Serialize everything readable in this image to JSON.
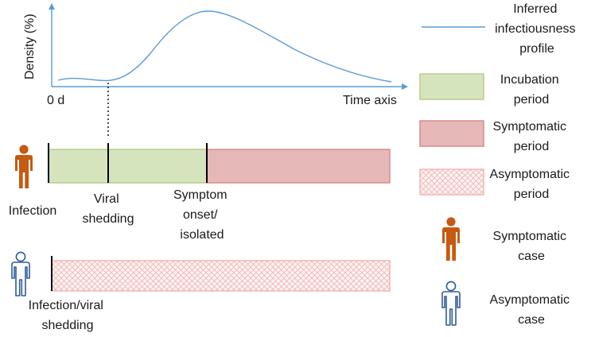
{
  "axes": {
    "ylabel": "Density (%)",
    "origin_label": "0 d",
    "xlabel": "Time axis"
  },
  "timeline_symptomatic": {
    "events": [
      {
        "lines": [
          "Infection"
        ]
      },
      {
        "lines": [
          "Viral",
          "shedding"
        ]
      },
      {
        "lines": [
          "Symptom",
          "onset/",
          "isolated"
        ]
      }
    ]
  },
  "timeline_asymptomatic": {
    "events": [
      {
        "lines": [
          "Infection/viral",
          "shedding"
        ]
      }
    ]
  },
  "legend": [
    {
      "key": "infectiousness",
      "swatch": "line",
      "lines": [
        "Inferred",
        "infectiousness",
        "profile"
      ]
    },
    {
      "key": "incubation",
      "swatch": "green",
      "lines": [
        "Incubation",
        "period"
      ]
    },
    {
      "key": "symptomatic-period",
      "swatch": "red",
      "lines": [
        "Symptomatic",
        "period"
      ]
    },
    {
      "key": "asymptomatic-period",
      "swatch": "hatch",
      "lines": [
        "Asymptomatic",
        "period"
      ]
    },
    {
      "key": "symptomatic-case",
      "swatch": "person-filled",
      "lines": [
        "Symptomatic",
        "case"
      ]
    },
    {
      "key": "asymptomatic-case",
      "swatch": "person-outline",
      "lines": [
        "Asymptomatic",
        "case"
      ]
    }
  ],
  "colors": {
    "axis": "#5b9bd5",
    "curve": "#5b9bd5",
    "incubation_fill": "#d6e4bd",
    "incubation_stroke": "#b5cc8e",
    "symptomatic_fill": "#e6b8b7",
    "symptomatic_stroke": "#d88c8a",
    "hatch_stroke": "#f0b6b4",
    "person_filled": "#c55a11",
    "person_outline": "#2e5c9a",
    "marker": "#000000"
  },
  "icons": [
    "person-filled-icon",
    "person-outline-icon",
    "arrow-up-icon",
    "arrow-right-icon"
  ]
}
